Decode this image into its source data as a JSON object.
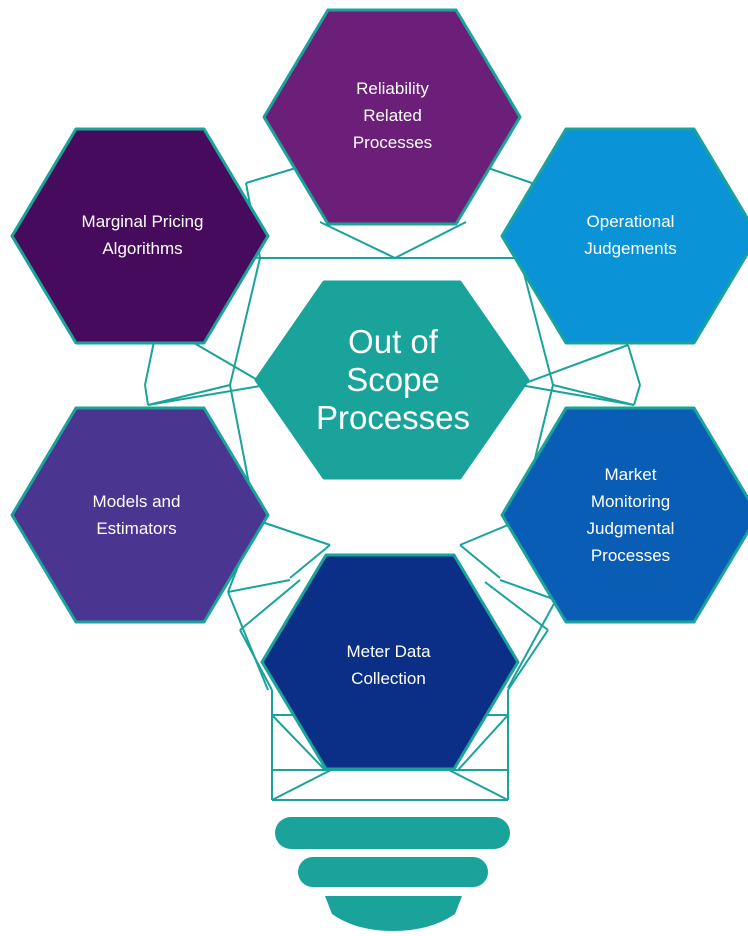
{
  "colors": {
    "outline": "#1aa39a",
    "teal": "#1aa39a",
    "reliability": "#6b1f78",
    "marginal": "#470b5e",
    "operational": "#0a93d6",
    "models": "#4a3591",
    "market": "#0a5db5",
    "meter": "#0b2f86"
  },
  "hexagons": {
    "center": {
      "lines": [
        "Out of",
        "Scope",
        "Processes"
      ]
    },
    "reliability": {
      "lines": [
        "Reliability",
        "Related",
        "Processes"
      ]
    },
    "marginal": {
      "lines": [
        "Marginal Pricing",
        "Algorithms"
      ]
    },
    "operational": {
      "lines": [
        "Operational",
        "Judgements"
      ]
    },
    "models": {
      "lines": [
        "Models and",
        "Estimators"
      ]
    },
    "market": {
      "lines": [
        "Market",
        "Monitoring",
        "Judgmental",
        "Processes"
      ]
    },
    "meter": {
      "lines": [
        "Meter Data",
        "Collection"
      ]
    }
  }
}
